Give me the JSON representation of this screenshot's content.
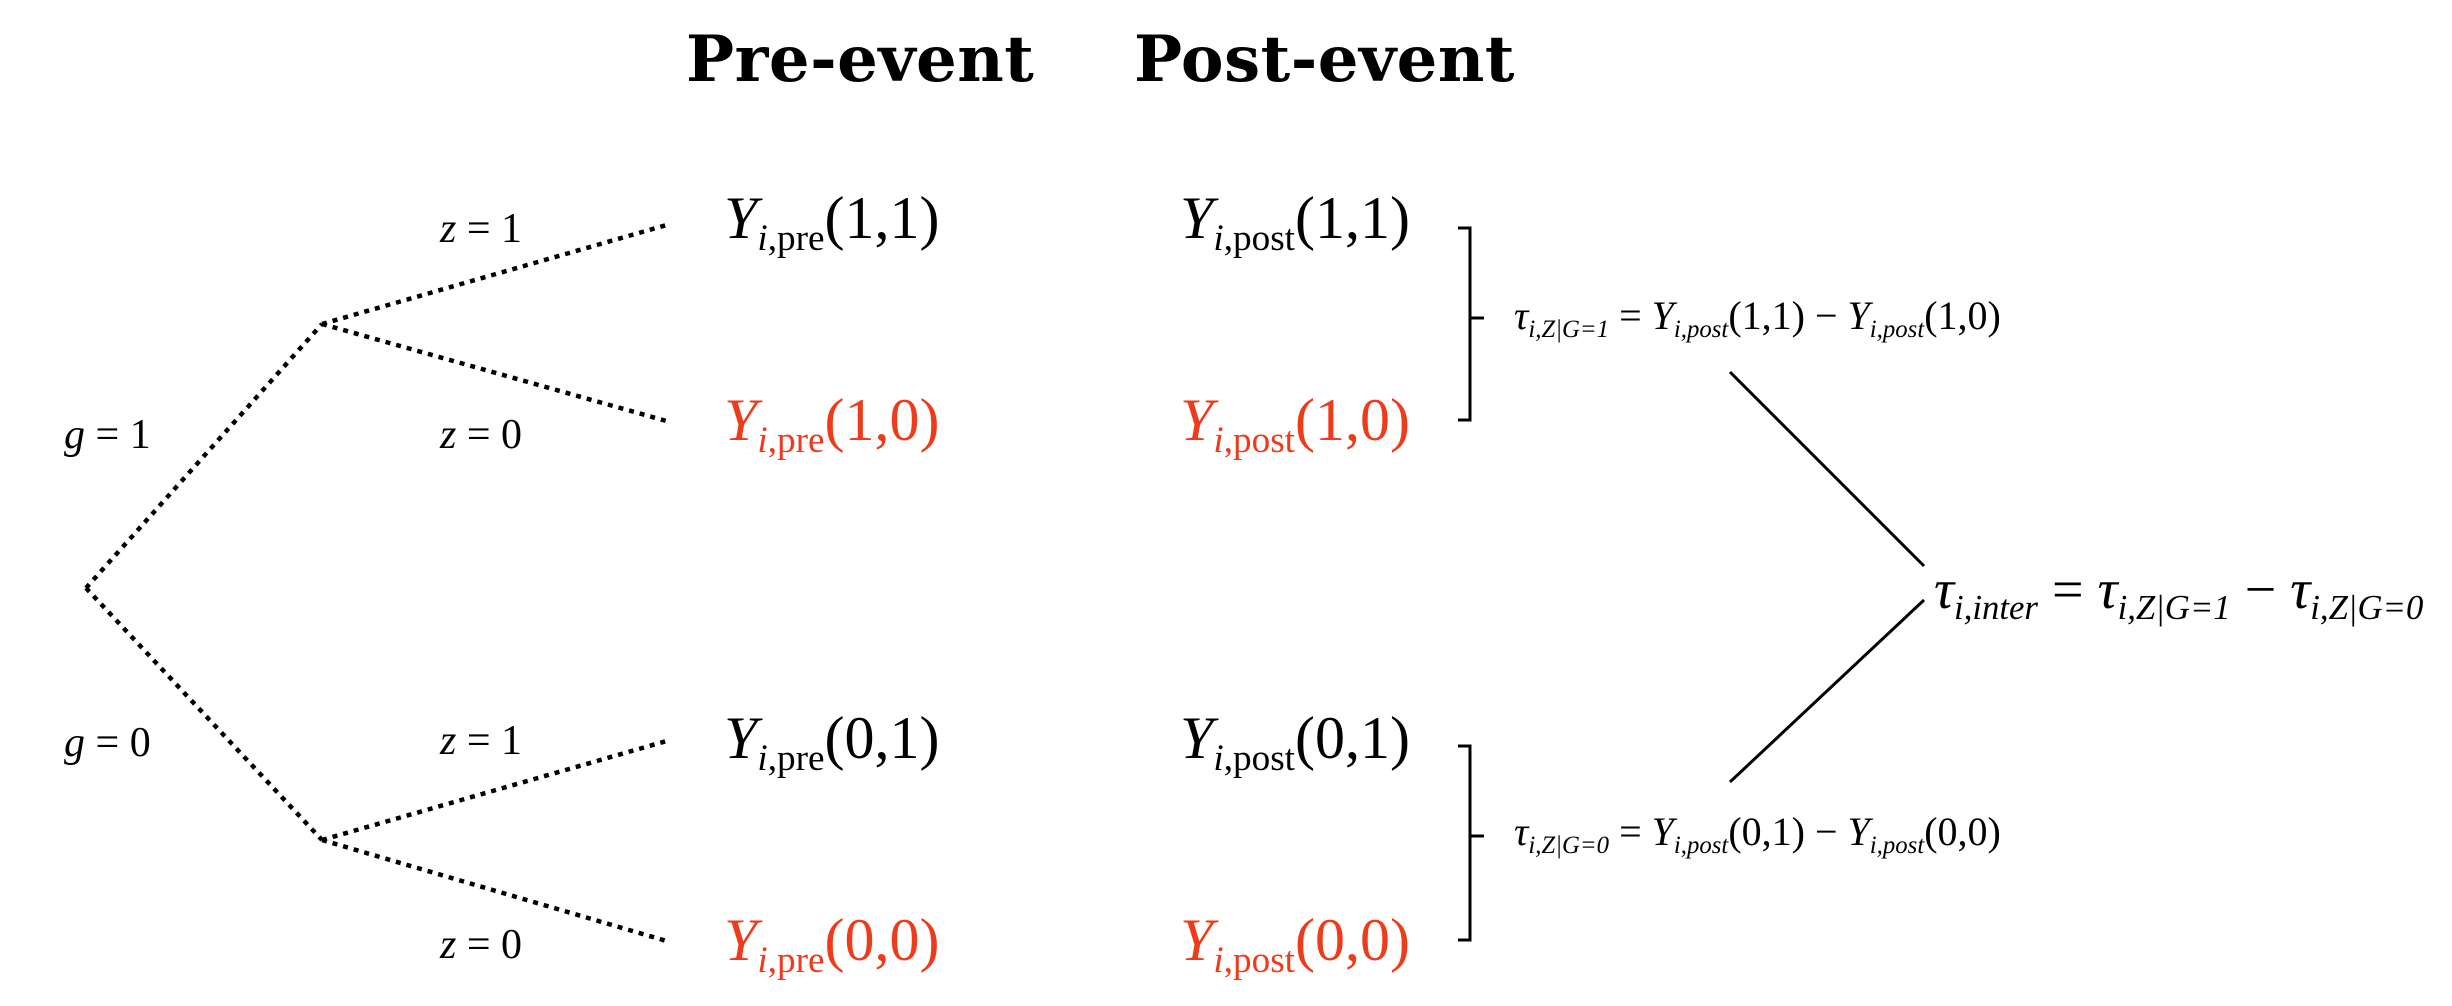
{
  "headers": {
    "pre": "Pre-event",
    "post": "Post-event"
  },
  "branches": {
    "g1": "1",
    "g0": "0",
    "z_top_1": "1",
    "z_top_0": "0",
    "z_bot_1": "1",
    "z_bot_0": "0",
    "g_var": "g",
    "z_var": "z",
    "eq": "="
  },
  "outcomes": {
    "pre_11": "(1,1)",
    "pre_10": "(1,0)",
    "pre_01": "(0,1)",
    "pre_00": "(0,0)",
    "post_11": "(1,1)",
    "post_10": "(1,0)",
    "post_01": "(0,1)",
    "post_00": "(0,0)",
    "Y": "Y",
    "i": "i",
    "pre": ",pre",
    "post": ",post"
  },
  "effects": {
    "tau": "τ",
    "sub_g1": "i,Z|G=1",
    "sub_g0": "i,Z|G=0",
    "sub_inter": "i,inter",
    "eq": "=",
    "minus": "−",
    "post_sub": "i,post",
    "v11": "(1,1)",
    "v10": "(1,0)",
    "v01": "(0,1)",
    "v00": "(0,0)"
  },
  "colors": {
    "factual": "#000000",
    "counterfactual": "#ee3b1c"
  }
}
